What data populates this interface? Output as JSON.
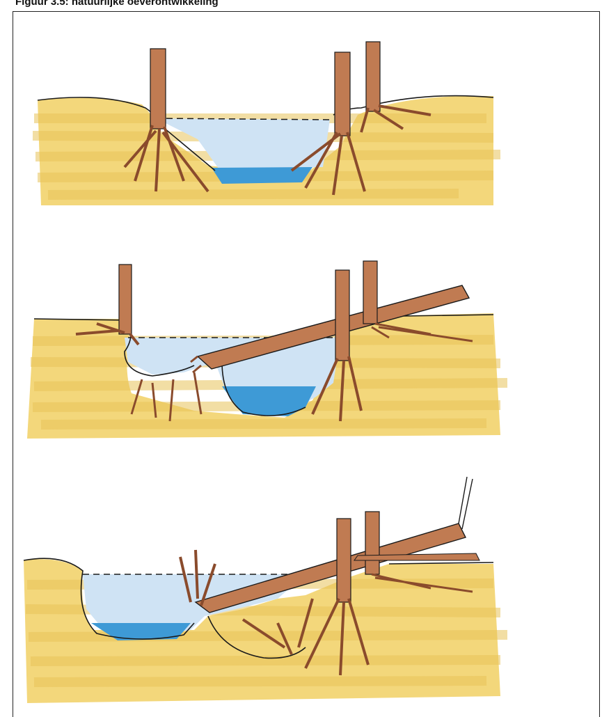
{
  "figure": {
    "caption": "Figuur 3.5: natuurlijke oeverontwikkeling"
  },
  "palette": {
    "sand": "#f3d77b",
    "sand_dark": "#e8c25a",
    "water_light": "#cfe3f4",
    "water_deep": "#3e9ad6",
    "wood": "#c07b52",
    "wood_dark": "#8a4b2c",
    "ink": "#1a1a1a"
  },
  "panels": [
    {
      "stage": 1,
      "description_icon": "stage-1-stable-bank"
    },
    {
      "stage": 2,
      "description_icon": "stage-2-undercut-bank-fallen-tree"
    },
    {
      "stage": 3,
      "description_icon": "stage-3-collapsed-bank-debris"
    }
  ]
}
